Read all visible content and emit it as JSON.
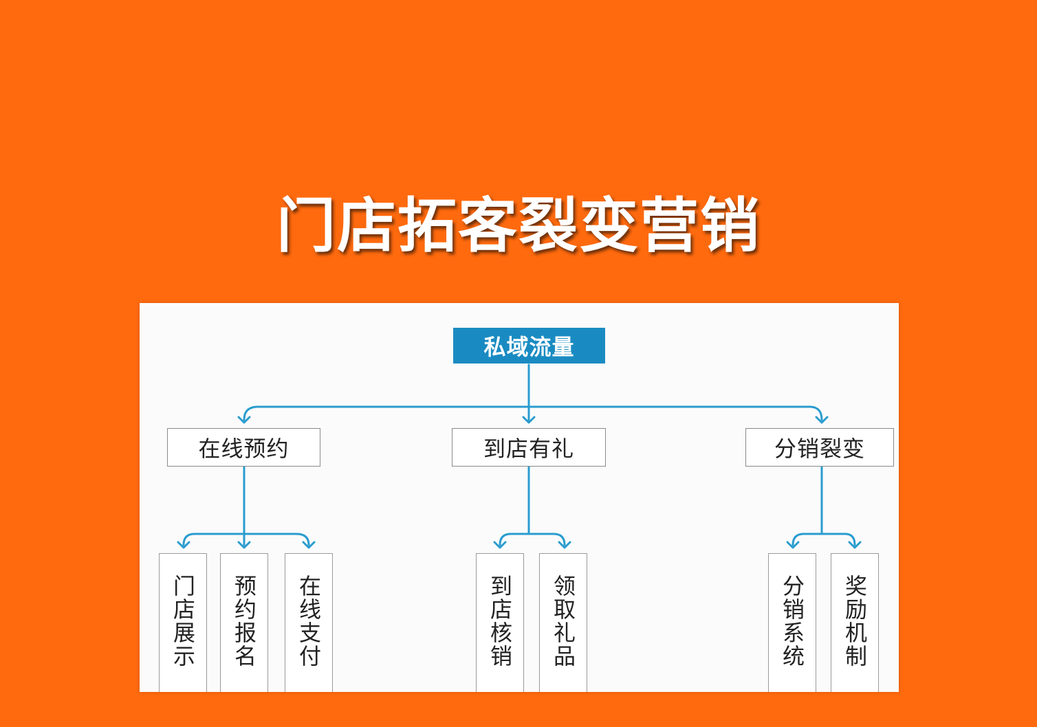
{
  "title": "门店拓客裂变营销",
  "diagram": {
    "root": "私域流量",
    "branches": [
      {
        "label": "在线预约",
        "children": [
          "门店展示",
          "预约报名",
          "在线支付"
        ]
      },
      {
        "label": "到店有礼",
        "children": [
          "到店核销",
          "领取礼品"
        ]
      },
      {
        "label": "分销裂变",
        "children": [
          "分销系统",
          "奖励机制"
        ]
      }
    ]
  },
  "colors": {
    "background": "#ff6a0e",
    "root_fill": "#1a8bc2",
    "connector": "#2a9ccf"
  }
}
